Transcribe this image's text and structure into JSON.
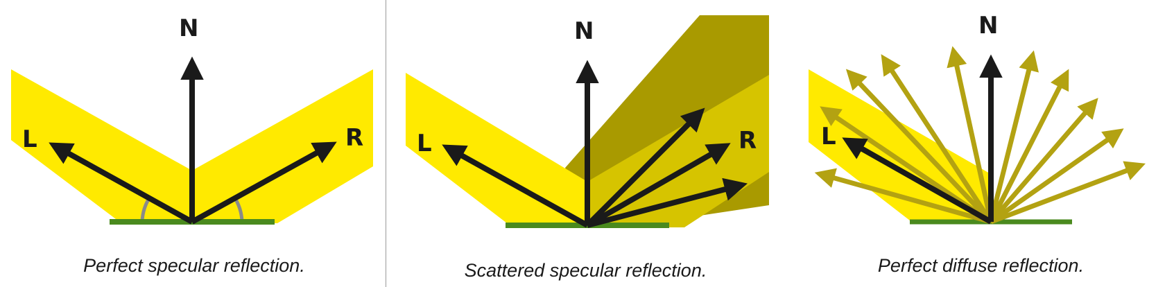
{
  "panels": [
    {
      "caption": "Perfect specular reflection.",
      "labels": {
        "normal": "N",
        "light": "L",
        "reflect": "R"
      }
    },
    {
      "caption": "Scattered specular reflection.",
      "labels": {
        "normal": "N",
        "light": "L",
        "reflect": "R"
      }
    },
    {
      "caption": "Perfect diffuse reflection.",
      "labels": {
        "normal": "N",
        "light": "L"
      }
    }
  ],
  "colors": {
    "light_beam": "#ffea00",
    "reflected_beam": "#d6c400",
    "scatter_beam": "#a99a00",
    "surface": "#4a8a1e",
    "arrow": "#1a1a1a",
    "diffuse_arrow": "#b3a212"
  }
}
